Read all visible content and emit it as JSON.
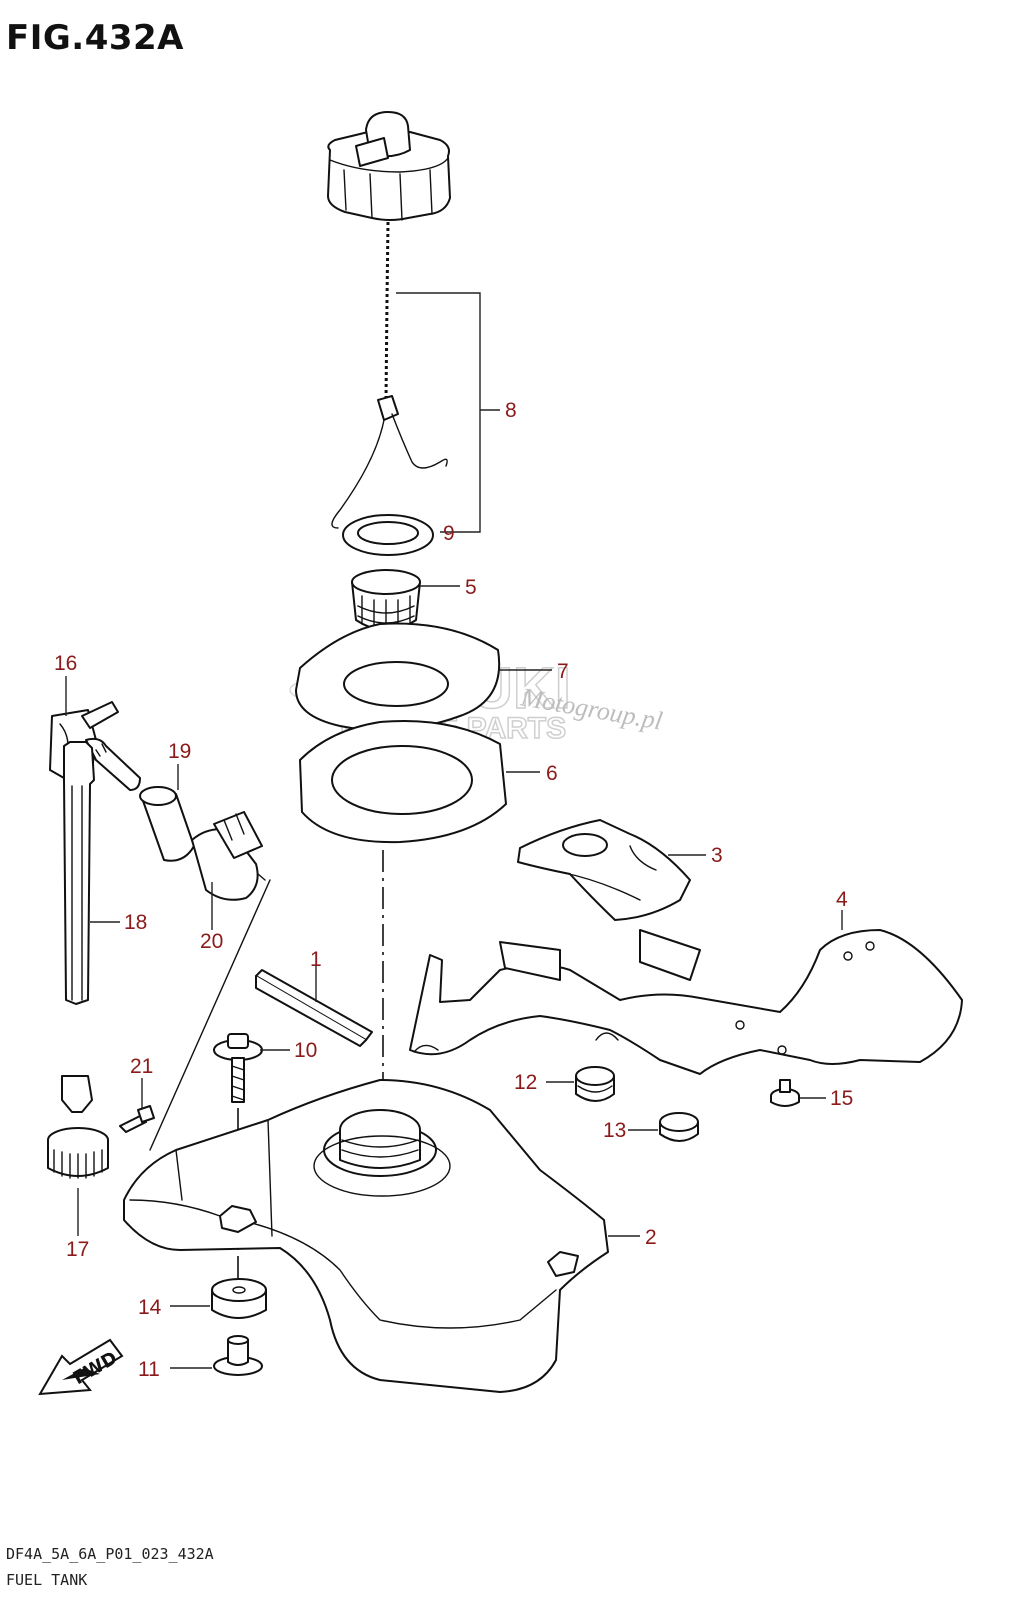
{
  "figure": {
    "title": "FIG.432A",
    "code": "DF4A_5A_6A_P01_023_432A",
    "name": "FUEL TANK"
  },
  "watermark": {
    "brand": "SUZUKI",
    "line2": "MARINE PARTS",
    "script": "Motogroup.pl"
  },
  "fwd_label": "FWD",
  "callouts": [
    "1",
    "2",
    "3",
    "4",
    "5",
    "6",
    "7",
    "8",
    "9",
    "10",
    "11",
    "12",
    "13",
    "14",
    "15",
    "16",
    "17",
    "18",
    "19",
    "20",
    "21"
  ],
  "colors": {
    "callout": "#8b1a1a",
    "line": "#111111",
    "watermark": "#cfcfcf"
  }
}
